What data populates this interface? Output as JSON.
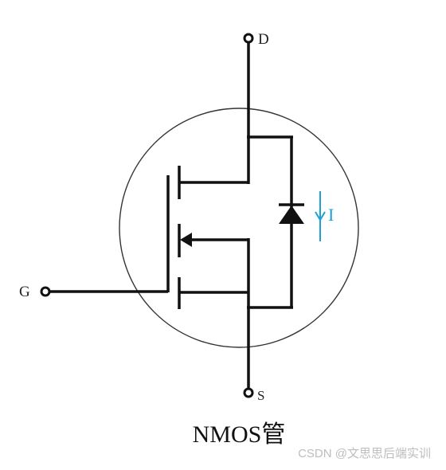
{
  "diagram": {
    "terminal_labels": {
      "drain": "D",
      "gate": "G",
      "source": "S"
    },
    "current_label": "I",
    "caption": "NMOS管",
    "watermark": "CSDN @文思思后端实训",
    "colors": {
      "wire": "#111111",
      "circle": "#333333",
      "current": "#1e9fd6",
      "watermark": "#bdbdbd"
    }
  }
}
